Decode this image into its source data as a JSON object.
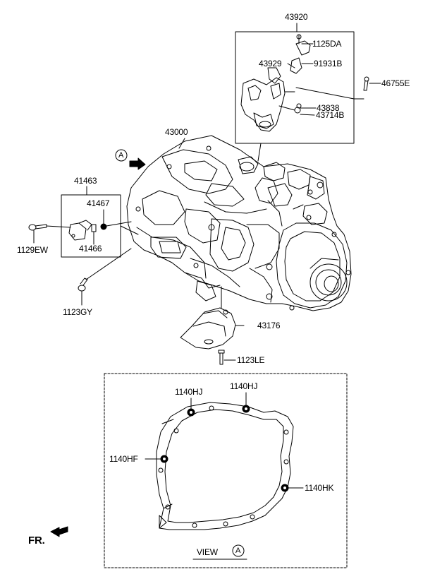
{
  "labels": {
    "p43920": "43920",
    "p1125DA": "1125DA",
    "p43929": "43929",
    "p91931B": "91931B",
    "p46755E": "46755E",
    "p43838": "43838",
    "p43714B": "43714B",
    "p43000": "43000",
    "p41463": "41463",
    "p41467": "41467",
    "p1129EW": "1129EW",
    "p41466": "41466",
    "p1123GY": "1123GY",
    "p43176": "43176",
    "p1123LE": "1123LE",
    "p1140HJ_a": "1140HJ",
    "p1140HJ_b": "1140HJ",
    "p1140HF": "1140HF",
    "p1140HK": "1140HK"
  },
  "view_marker": "A",
  "view_label": "VIEW",
  "view_marker_circle": "A",
  "front_label": "FR."
}
